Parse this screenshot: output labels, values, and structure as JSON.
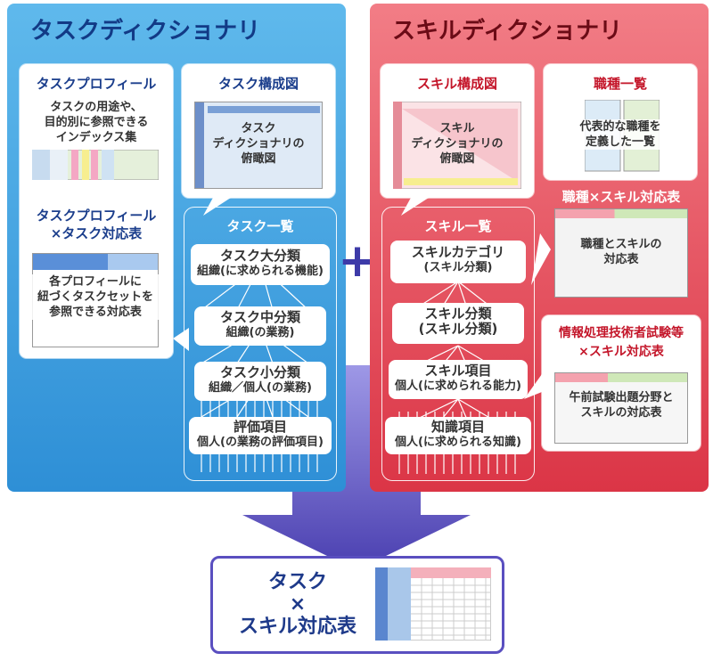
{
  "task_dictionary": {
    "title": "タスクディクショナリ",
    "task_profile": {
      "title": "タスクプロフィール",
      "text": [
        "タスクの用途や、",
        "目的別に参照できる",
        "インデックス集"
      ]
    },
    "profile_task_table": {
      "title": [
        "タスクプロフィール",
        "×タスク対応表"
      ],
      "text": [
        "各プロフィールに",
        "紐づくタスクセットを",
        "参照できる対応表"
      ]
    },
    "task_structure": {
      "title": "タスク構成図",
      "thumb_text": [
        "タスク",
        "ディクショナリの",
        "俯瞰図"
      ]
    },
    "task_list": {
      "title": "タスク一覧",
      "levels": [
        {
          "name": "タスク大分類",
          "sub": "組織(に求められる機能)"
        },
        {
          "name": "タスク中分類",
          "sub": "組織(の業務)"
        },
        {
          "name": "タスク小分類",
          "sub": "組織／個人(の業務)"
        },
        {
          "name": "評価項目",
          "sub": "個人(の業務の評価項目)"
        }
      ]
    }
  },
  "skill_dictionary": {
    "title": "スキルディクショナリ",
    "skill_structure": {
      "title": "スキル構成図",
      "thumb_text": [
        "スキル",
        "ディクショナリの",
        "俯瞰図"
      ]
    },
    "job_list": {
      "title": "職種一覧",
      "text": [
        "代表的な職種を",
        "定義した一覧"
      ]
    },
    "job_skill_table": {
      "title": "職種×スキル対応表",
      "text": [
        "職種とスキルの",
        "対応表"
      ]
    },
    "exam_skill_table": {
      "title": [
        "情報処理技術者試験等",
        "×スキル対応表"
      ],
      "text": [
        "午前試験出題分野と",
        "スキルの対応表"
      ]
    },
    "skill_list": {
      "title": "スキル一覧",
      "levels": [
        {
          "name": "スキルカテゴリ",
          "sub": "(スキル分類)"
        },
        {
          "name": "スキル分類",
          "sub": "(スキル分類)"
        },
        {
          "name": "スキル項目",
          "sub": "個人(に求められる能力)"
        },
        {
          "name": "知識項目",
          "sub": "個人(に求められる知識)"
        }
      ]
    }
  },
  "plus_symbol": "+",
  "result": {
    "line1": "タスク",
    "line2": "×",
    "line3": "スキル対応表"
  },
  "colors": {
    "blue": "#2e8fd6",
    "red": "#db3546",
    "arrow": "#4a3fb0",
    "result_border": "#5a4fc0"
  }
}
